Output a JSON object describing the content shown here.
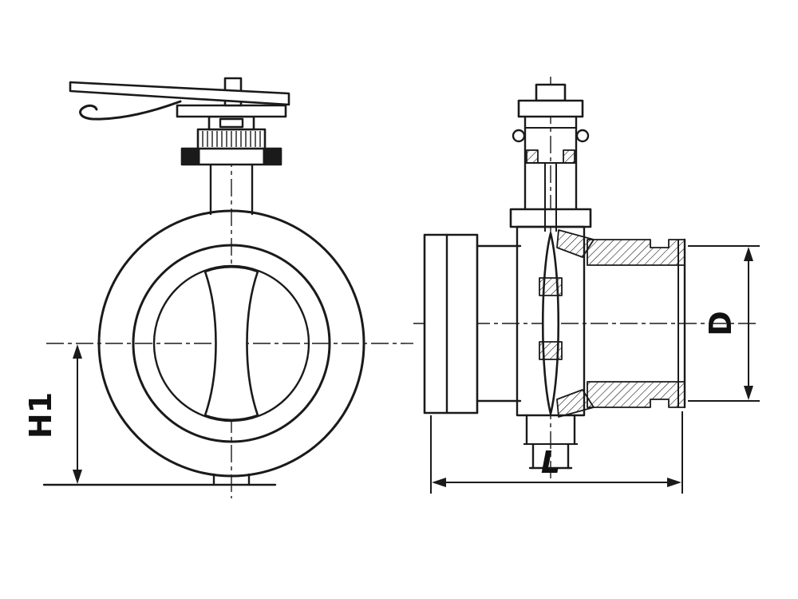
{
  "colors": {
    "line": "#1a1a1a",
    "background": "#ffffff"
  },
  "dimensions": {
    "height_label": "H1",
    "diameter_label": "D",
    "length_label": "L"
  }
}
